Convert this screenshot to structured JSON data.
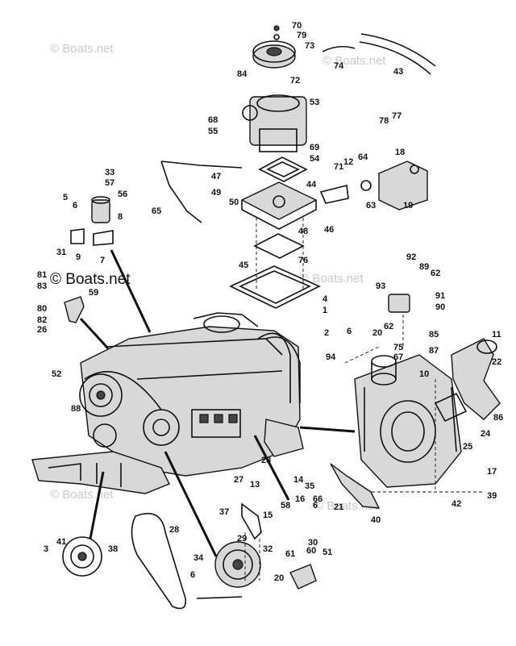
{
  "watermarks": [
    {
      "id": "wm-1",
      "text": "© Boats.net",
      "style": "light"
    },
    {
      "id": "wm-2",
      "text": "© Boats.net",
      "style": "light"
    },
    {
      "id": "wm-3",
      "text": "© Boats.net",
      "style": "dark"
    },
    {
      "id": "wm-4",
      "text": "© Boats.net",
      "style": "light"
    },
    {
      "id": "wm-5",
      "text": "© Boats.net",
      "style": "light"
    },
    {
      "id": "wm-6",
      "text": "© Boats.net",
      "style": "light"
    }
  ],
  "callouts": [
    "70",
    "79",
    "73",
    "74",
    "43",
    "84",
    "72",
    "53",
    "68",
    "55",
    "69",
    "54",
    "78",
    "77",
    "64",
    "18",
    "12",
    "63",
    "19",
    "71",
    "33",
    "57",
    "56",
    "47",
    "49",
    "50",
    "44",
    "46",
    "65",
    "5",
    "6",
    "8",
    "48",
    "31",
    "9",
    "7",
    "45",
    "76",
    "92",
    "89",
    "62",
    "81",
    "83",
    "59",
    "93",
    "91",
    "90",
    "4",
    "1",
    "80",
    "82",
    "26",
    "2",
    "6",
    "20",
    "62",
    "85",
    "11",
    "94",
    "75",
    "67",
    "87",
    "22",
    "10",
    "52",
    "88",
    "86",
    "24",
    "23",
    "25",
    "27",
    "13",
    "14",
    "35",
    "37",
    "15",
    "16",
    "58",
    "66",
    "6",
    "21",
    "17",
    "42",
    "39",
    "40",
    "28",
    "29",
    "30",
    "60",
    "61",
    "3",
    "41",
    "38",
    "32",
    "34",
    "51",
    "6",
    "20"
  ],
  "diagram": {
    "style": "exploded parts diagram",
    "ink_color": "#111111",
    "paper_color": "#ffffff"
  }
}
